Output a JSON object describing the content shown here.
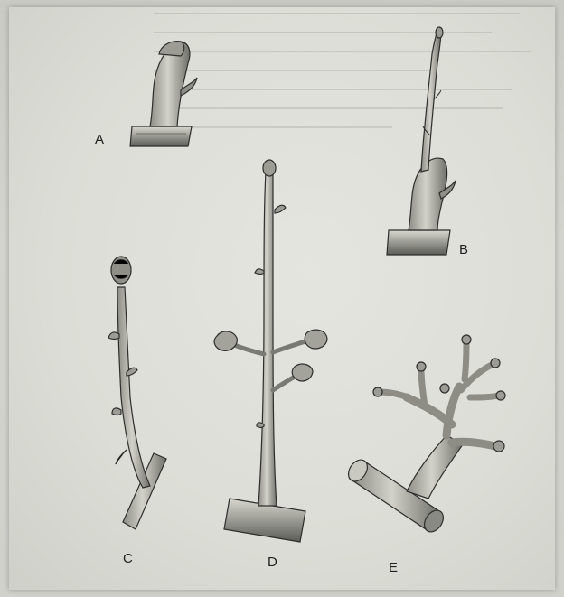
{
  "figure": {
    "labels": {
      "a": "A",
      "b": "B",
      "c": "C",
      "d": "D",
      "e": "E"
    }
  },
  "colors": {
    "paper": "#dcddd6",
    "ink": "#2e2e2c",
    "stem_fill": "#bcbcb4"
  }
}
